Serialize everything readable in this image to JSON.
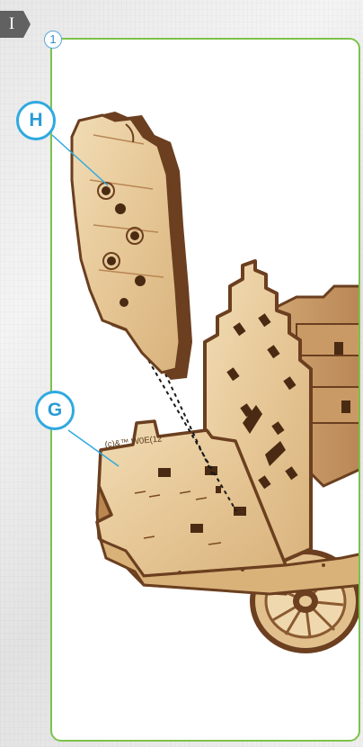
{
  "step": {
    "label": "I",
    "tab_color": "#616161"
  },
  "substep": {
    "number": "1",
    "color": "#2f8fc9"
  },
  "frame": {
    "border_color": "#7dc24b"
  },
  "callouts": [
    {
      "id": "H",
      "label": "H"
    },
    {
      "id": "G",
      "label": "G"
    }
  ],
  "part_engraving": "(c)&™ W0E(12",
  "colors": {
    "callout_blue": "#30a9e0",
    "plywood_light": "#e7c99a",
    "plywood_edge": "#6b3f1f"
  }
}
